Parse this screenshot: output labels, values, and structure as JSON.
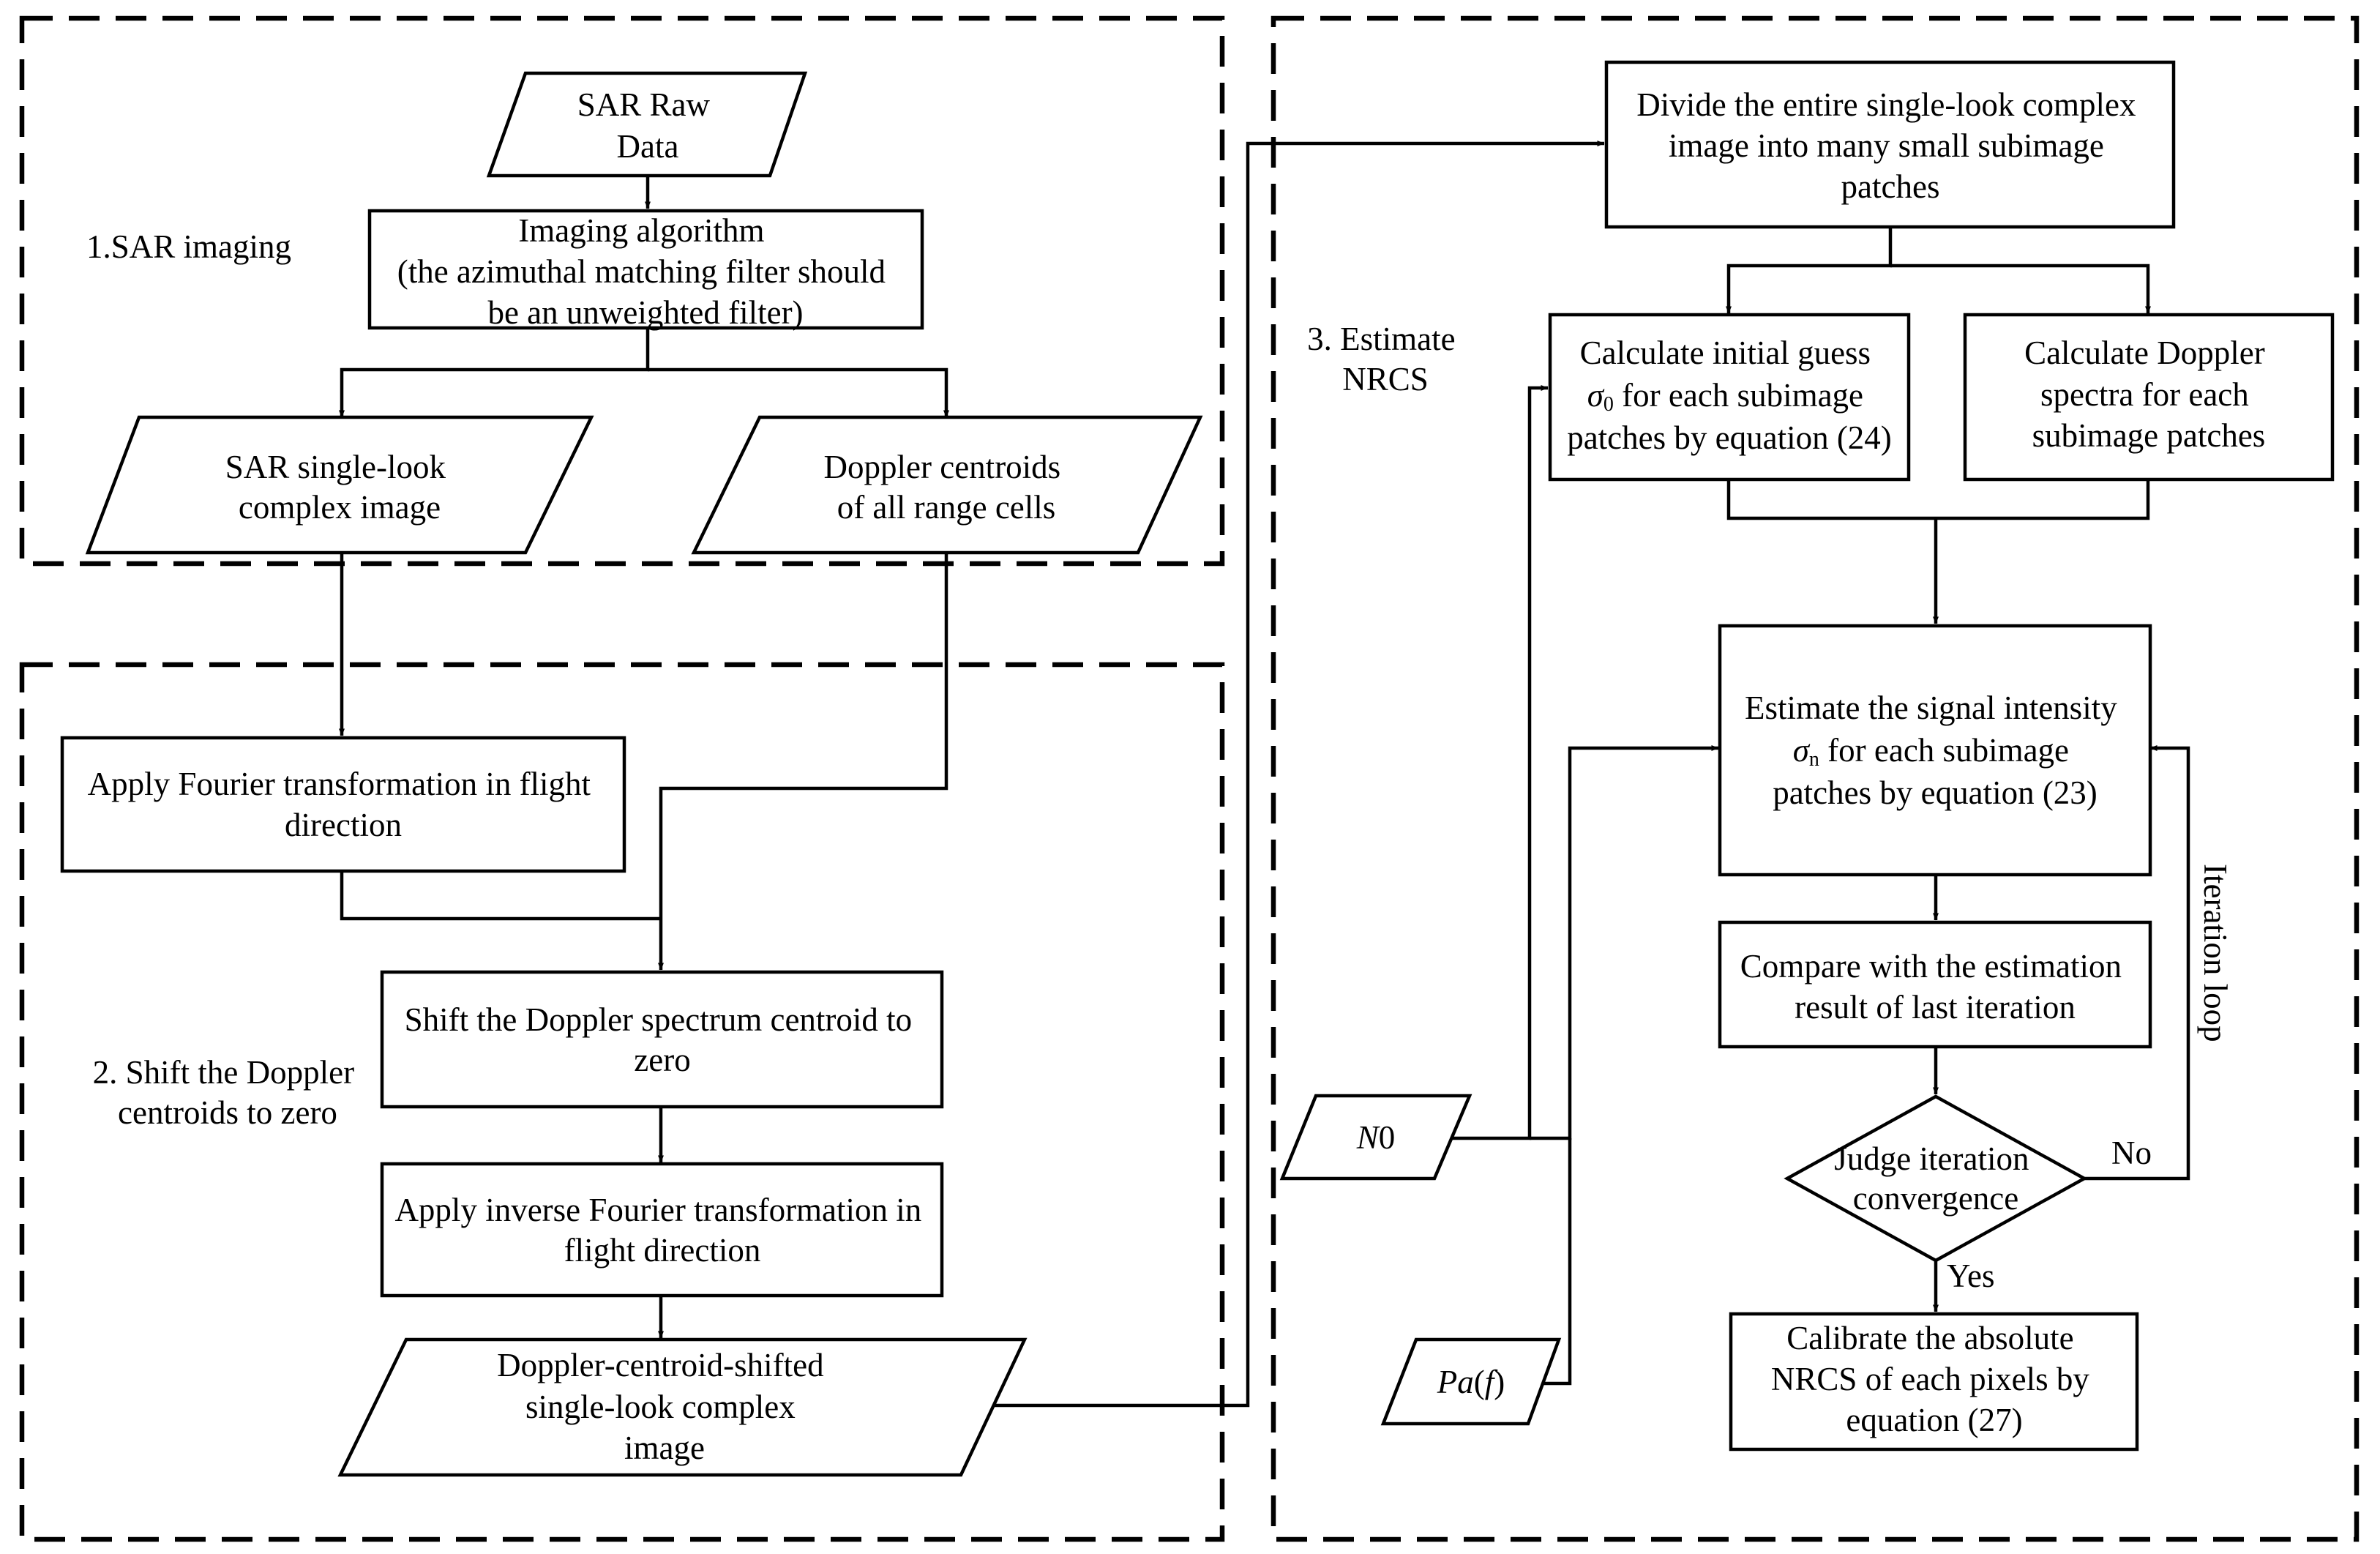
{
  "regions": {
    "sar_imaging": "1.SAR imaging",
    "shift": [
      "2. Shift the Doppler",
      "centroids to zero"
    ],
    "estimate": [
      "3. Estimate",
      "NRCS"
    ]
  },
  "nodes": {
    "raw": [
      "SAR Raw",
      "Data"
    ],
    "imaging": [
      "Imaging algorithm",
      "(the azimuthal matching filter should",
      "be an unweighted filter)"
    ],
    "slc": [
      "SAR single-look",
      "complex image"
    ],
    "doppler_centroids": [
      "Doppler centroids",
      "of all range cells"
    ],
    "fourier": [
      "Apply Fourier transformation in flight",
      "direction"
    ],
    "shift_centroid": [
      "Shift the Doppler spectrum centroid to",
      "zero"
    ],
    "inverse": [
      "Apply inverse Fourier transformation in",
      "flight direction"
    ],
    "shifted_image": [
      "Doppler-centroid-shifted",
      "single-look complex",
      "image"
    ],
    "divide": [
      "Divide the entire single-look complex",
      "image into many small subimage",
      "patches"
    ],
    "initial_guess": [
      "Calculate initial guess",
      "σ",
      "0",
      " for each subimage",
      "patches by equation (24)"
    ],
    "doppler_spectra": [
      "Calculate Doppler",
      "spectra for each",
      "subimage patches"
    ],
    "estimate_intensity": [
      "Estimate the signal intensity",
      "σ",
      "n",
      " for each subimage",
      "patches by equation (23)"
    ],
    "compare": [
      "Compare with the estimation",
      "result of last iteration"
    ],
    "judge": [
      "Judge iteration",
      "convergence"
    ],
    "calibrate": [
      "Calibrate the absolute",
      "NRCS of each pixels by",
      "equation (27)"
    ],
    "n0": [
      "N",
      "0"
    ],
    "pa": [
      "Pa",
      "(",
      "f",
      ")"
    ]
  },
  "edge_labels": {
    "no": "No",
    "yes": "Yes",
    "loop": "Iteration loop"
  }
}
